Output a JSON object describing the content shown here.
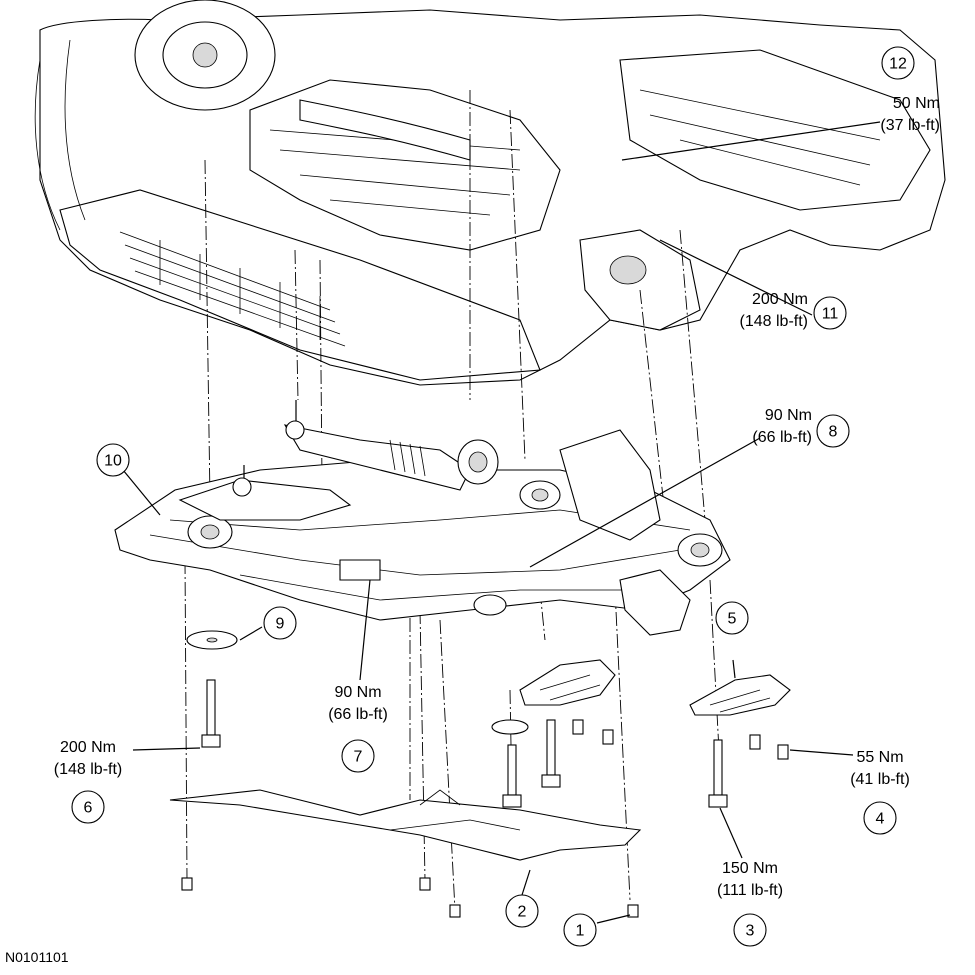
{
  "callouts": [
    {
      "id": "1",
      "torque": "",
      "torque_imperial": ""
    },
    {
      "id": "2",
      "torque": "",
      "torque_imperial": ""
    },
    {
      "id": "3",
      "torque": "150 Nm",
      "torque_imperial": "(111 lb-ft)"
    },
    {
      "id": "4",
      "torque": "55 Nm",
      "torque_imperial": "(41 lb-ft)"
    },
    {
      "id": "5",
      "torque": "",
      "torque_imperial": ""
    },
    {
      "id": "6",
      "torque": "200 Nm",
      "torque_imperial": "(148 lb-ft)"
    },
    {
      "id": "7",
      "torque": "90 Nm",
      "torque_imperial": "(66 lb-ft)"
    },
    {
      "id": "8",
      "torque": "90 Nm",
      "torque_imperial": "(66 lb-ft)"
    },
    {
      "id": "9",
      "torque": "",
      "torque_imperial": ""
    },
    {
      "id": "10",
      "torque": "",
      "torque_imperial": ""
    },
    {
      "id": "11",
      "torque": "200 Nm",
      "torque_imperial": "(148 lb-ft)"
    },
    {
      "id": "12",
      "torque": "50 Nm",
      "torque_imperial": "(37 lb-ft)"
    }
  ],
  "figure_id": "N0101101"
}
